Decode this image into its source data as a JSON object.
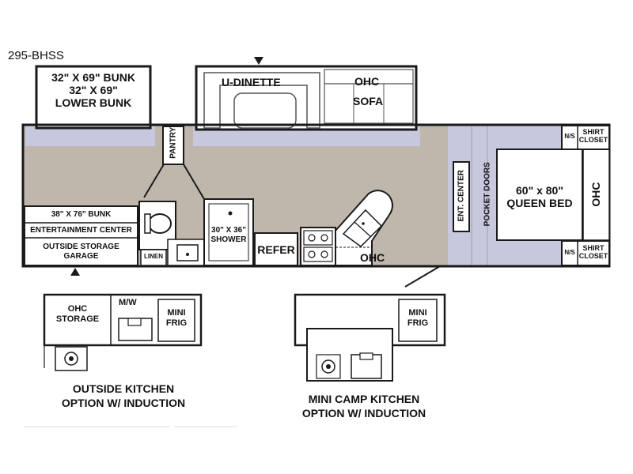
{
  "model": "295-BHSS",
  "colors": {
    "floor": "#bfb7ab",
    "lavender": "#c7c8dd",
    "wall": "#1a1a1a",
    "fixture": "#ffffff"
  },
  "labels": {
    "bunk_slide": [
      "32\" X 69\" BUNK",
      "32\" X 69\"",
      "LOWER BUNK"
    ],
    "u_dinette": "U-DINETTE",
    "ohc_top": "OHC",
    "sofa": "SOFA",
    "pantry": "PANTRY",
    "shirt_closet": [
      "SHIRT",
      "CLOSET"
    ],
    "ns": "N/S",
    "ent_center_vertical": "ENT. CENTER",
    "pocket_doors": "POCKET DOORS",
    "queen_bed": [
      "60\" x 80\"",
      "QUEEN BED"
    ],
    "ohc_bedroom": "OHC",
    "bunk_38": "38\" X 76\" BUNK",
    "entertainment_center": "ENTERTAINMENT CENTER",
    "outside_storage": [
      "OUTSIDE STORAGE",
      "GARAGE"
    ],
    "shower": [
      "30\" X 36\"",
      "SHOWER"
    ],
    "linen": "LINEN",
    "refer": "REFER",
    "ohc_kitchen": "OHC"
  },
  "outside_kitchen": {
    "ohc_storage": [
      "OHC",
      "STORAGE"
    ],
    "mw": "M/W",
    "mini_frig": [
      "MINI",
      "FRIG"
    ],
    "caption": [
      "OUTSIDE KITCHEN",
      "OPTION W/ INDUCTION"
    ]
  },
  "camp_kitchen": {
    "mini_frig": [
      "MINI",
      "FRIG"
    ],
    "caption": [
      "MINI CAMP KITCHEN",
      "OPTION W/ INDUCTION"
    ]
  }
}
